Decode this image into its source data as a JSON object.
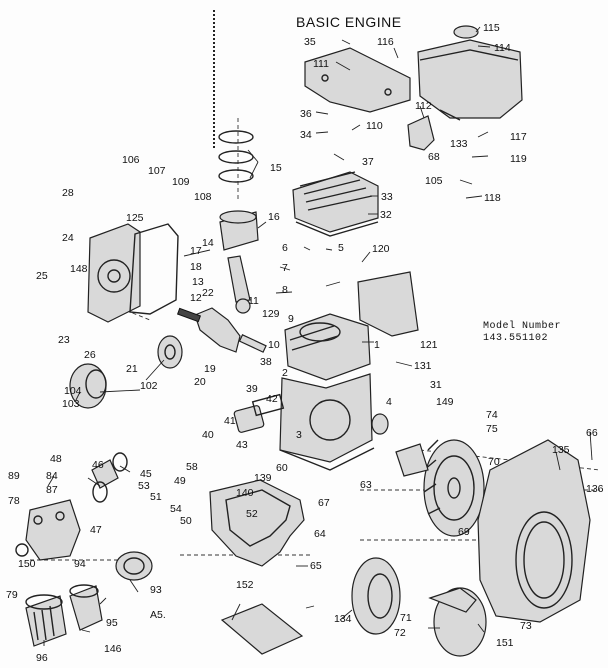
{
  "title": "BASIC ENGINE",
  "model_line1": "Model Number",
  "model_line2": "143.551102",
  "footnote": "A5.",
  "labels": [
    {
      "id": "115"
    },
    {
      "id": "114"
    },
    {
      "id": "35"
    },
    {
      "id": "116"
    },
    {
      "id": "111"
    },
    {
      "id": "36"
    },
    {
      "id": "34"
    },
    {
      "id": "110"
    },
    {
      "id": "37"
    },
    {
      "id": "112"
    },
    {
      "id": "68"
    },
    {
      "id": "133"
    },
    {
      "id": "117"
    },
    {
      "id": "119"
    },
    {
      "id": "15"
    },
    {
      "id": "106"
    },
    {
      "id": "107"
    },
    {
      "id": "109"
    },
    {
      "id": "108"
    },
    {
      "id": "28"
    },
    {
      "id": "125"
    },
    {
      "id": "33"
    },
    {
      "id": "32"
    },
    {
      "id": "105"
    },
    {
      "id": "118"
    },
    {
      "id": "16"
    },
    {
      "id": "14"
    },
    {
      "id": "24"
    },
    {
      "id": "6"
    },
    {
      "id": "5"
    },
    {
      "id": "120"
    },
    {
      "id": "17"
    },
    {
      "id": "7"
    },
    {
      "id": "148"
    },
    {
      "id": "18"
    },
    {
      "id": "25"
    },
    {
      "id": "13"
    },
    {
      "id": "22"
    },
    {
      "id": "11"
    },
    {
      "id": "8"
    },
    {
      "id": "12"
    },
    {
      "id": "23"
    },
    {
      "id": "129"
    },
    {
      "id": "9"
    },
    {
      "id": "1"
    },
    {
      "id": "121"
    },
    {
      "id": "26"
    },
    {
      "id": "10"
    },
    {
      "id": "38"
    },
    {
      "id": "21"
    },
    {
      "id": "19"
    },
    {
      "id": "2"
    },
    {
      "id": "131"
    },
    {
      "id": "104"
    },
    {
      "id": "102"
    },
    {
      "id": "103"
    },
    {
      "id": "20"
    },
    {
      "id": "39"
    },
    {
      "id": "42"
    },
    {
      "id": "31"
    },
    {
      "id": "4"
    },
    {
      "id": "149"
    },
    {
      "id": "74"
    },
    {
      "id": "75"
    },
    {
      "id": "135"
    },
    {
      "id": "66"
    },
    {
      "id": "41"
    },
    {
      "id": "40"
    },
    {
      "id": "43"
    },
    {
      "id": "3"
    },
    {
      "id": "70"
    },
    {
      "id": "48"
    },
    {
      "id": "46"
    },
    {
      "id": "45"
    },
    {
      "id": "60"
    },
    {
      "id": "136"
    },
    {
      "id": "89"
    },
    {
      "id": "84"
    },
    {
      "id": "58"
    },
    {
      "id": "139"
    },
    {
      "id": "63"
    },
    {
      "id": "87"
    },
    {
      "id": "53"
    },
    {
      "id": "49"
    },
    {
      "id": "140"
    },
    {
      "id": "67"
    },
    {
      "id": "78"
    },
    {
      "id": "51"
    },
    {
      "id": "54"
    },
    {
      "id": "52"
    },
    {
      "id": "47"
    },
    {
      "id": "50"
    },
    {
      "id": "64"
    },
    {
      "id": "69"
    },
    {
      "id": "150"
    },
    {
      "id": "94"
    },
    {
      "id": "65"
    },
    {
      "id": "93"
    },
    {
      "id": "79"
    },
    {
      "id": "152"
    },
    {
      "id": "95"
    },
    {
      "id": "134"
    },
    {
      "id": "71"
    },
    {
      "id": "72"
    },
    {
      "id": "73"
    },
    {
      "id": "96"
    },
    {
      "id": "146"
    },
    {
      "id": "151"
    }
  ]
}
